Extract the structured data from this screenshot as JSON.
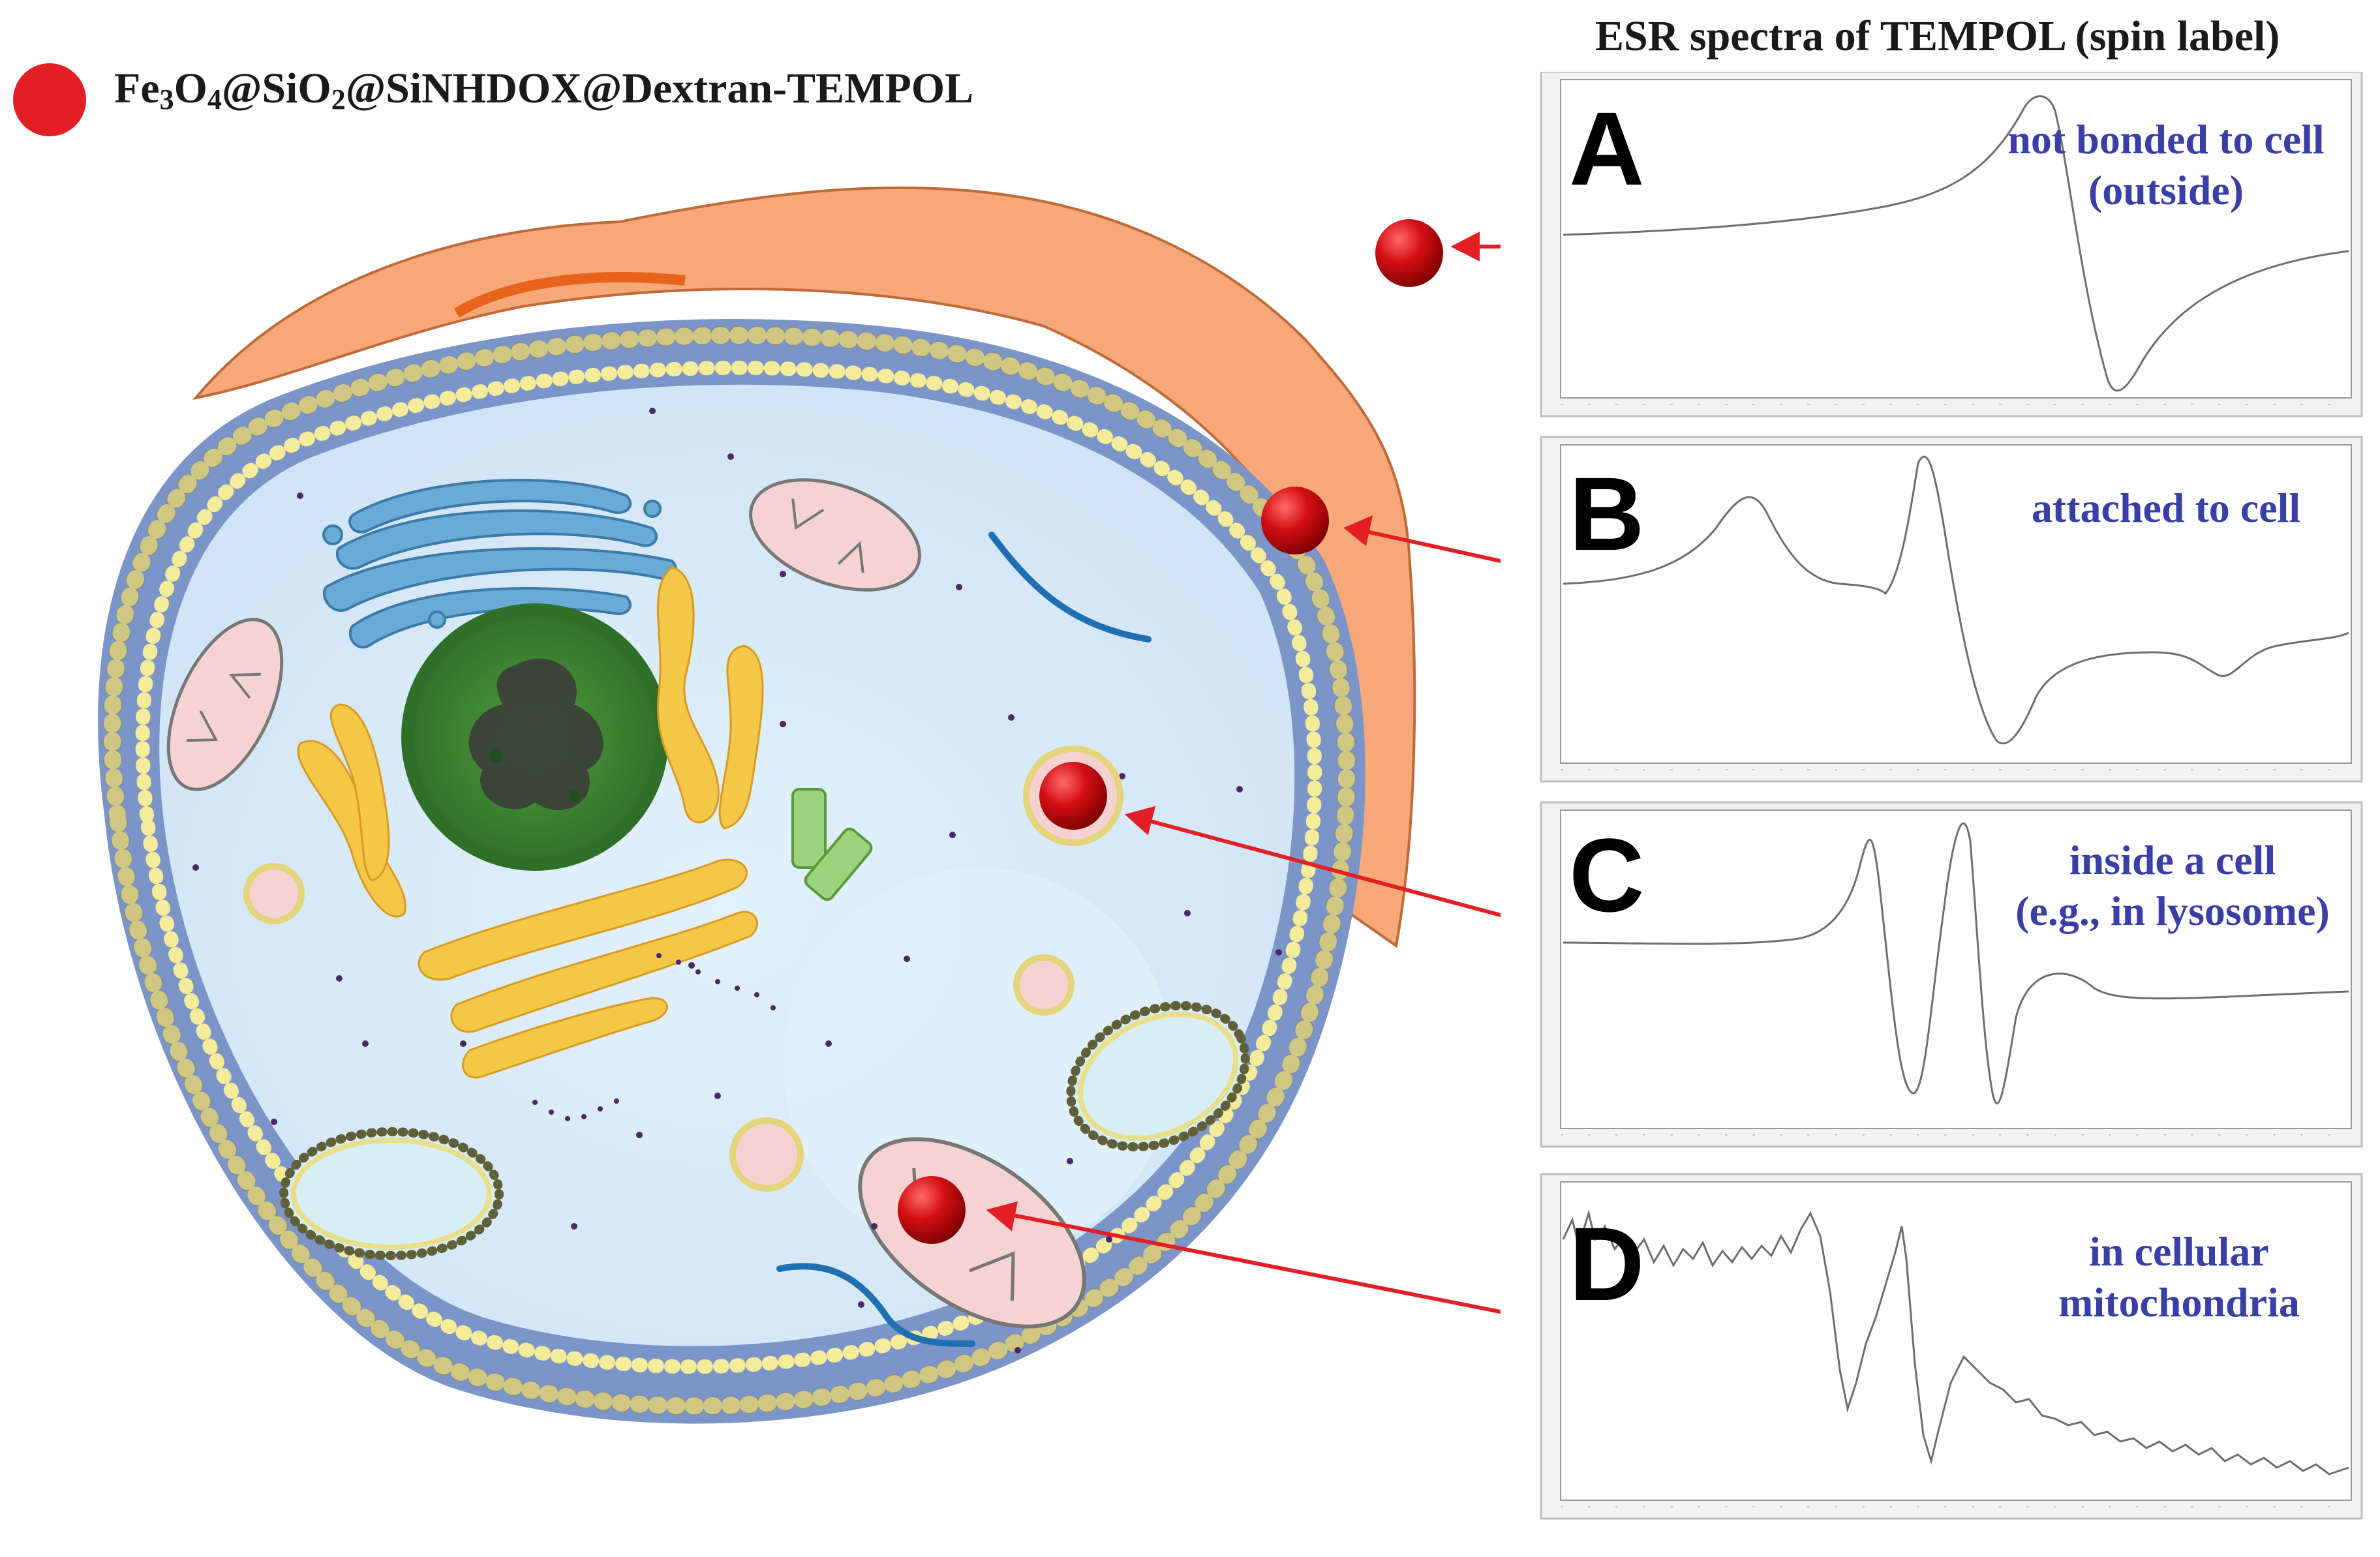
{
  "legend": {
    "marker_color": "#e31e24",
    "label_parts": [
      "Fe",
      "3",
      "O",
      "4",
      "@SiO",
      "2",
      "@SiNHDOX@Dextran-TEMPOL"
    ]
  },
  "esr_title": "ESR spectra of TEMPOL (spin label)",
  "panels": [
    {
      "letter": "A",
      "caption": [
        "not bonded to cell",
        "(outside)"
      ]
    },
    {
      "letter": "B",
      "caption": [
        "attached to cell"
      ]
    },
    {
      "letter": "C",
      "caption": [
        "inside a cell",
        "(e.g., in lysosome)"
      ]
    },
    {
      "letter": "D",
      "caption": [
        "in cellular",
        "mitochondria"
      ]
    }
  ],
  "colors": {
    "arrow": "#e31e24",
    "caption": "#3a3fa8",
    "cytoplasm": "#d6e9f7",
    "membrane_beads": "#f4ec9a",
    "extracellular_coat": "#f6a878",
    "nucleus": "#3d8a34",
    "golgi": "#6aaad6",
    "mitochondria": "#f6d3d3",
    "er": "#f5c84a",
    "centrioles": "#9bd47c"
  },
  "icons": [
    "nanoparticle-icon",
    "cell-diagram",
    "esr-spectrum-plot",
    "arrow-icon"
  ]
}
